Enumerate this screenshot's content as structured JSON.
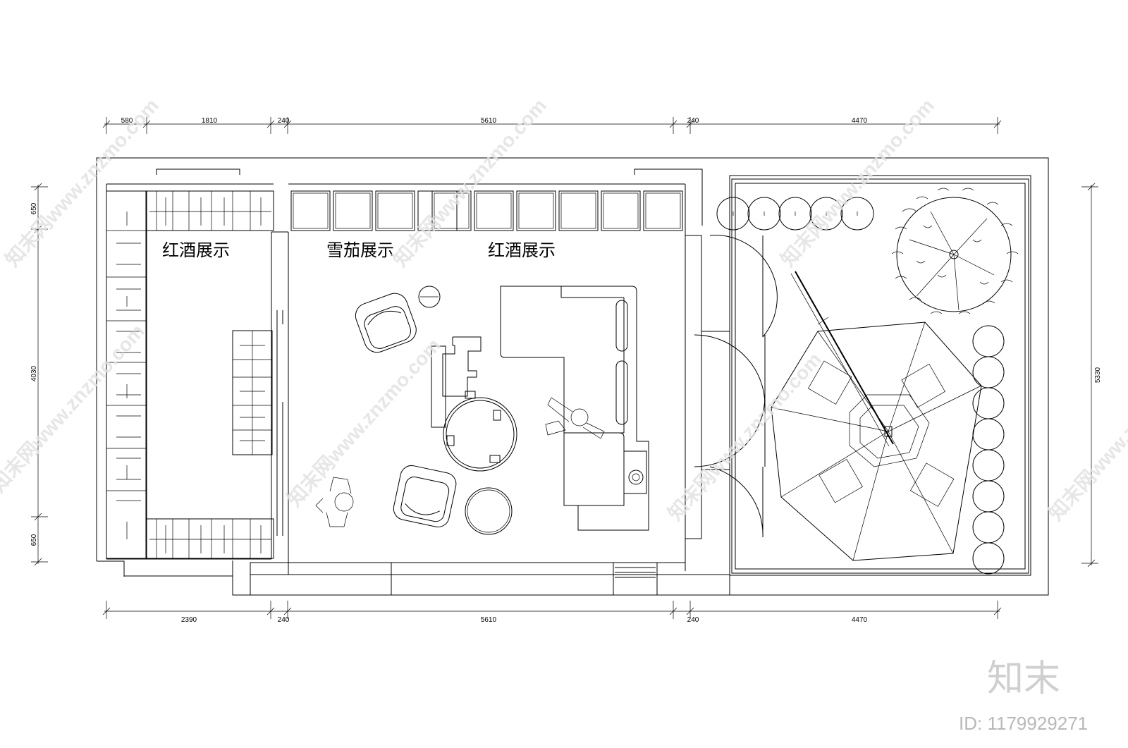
{
  "dimensions": {
    "top": [
      "580",
      "1810",
      "240",
      "5610",
      "240",
      "4470"
    ],
    "bottom": [
      "2390",
      "240",
      "5610",
      "240",
      "4470"
    ],
    "left": [
      "650",
      "4030",
      "650"
    ],
    "right": [
      "5330"
    ]
  },
  "rooms": {
    "wine_left": "红酒展示",
    "cigar": "雪茄展示",
    "wine_right": "红酒展示"
  },
  "watermark": {
    "text": "知末网www.znzmo.com",
    "brand": "知末",
    "id": "ID: 1179929271"
  }
}
